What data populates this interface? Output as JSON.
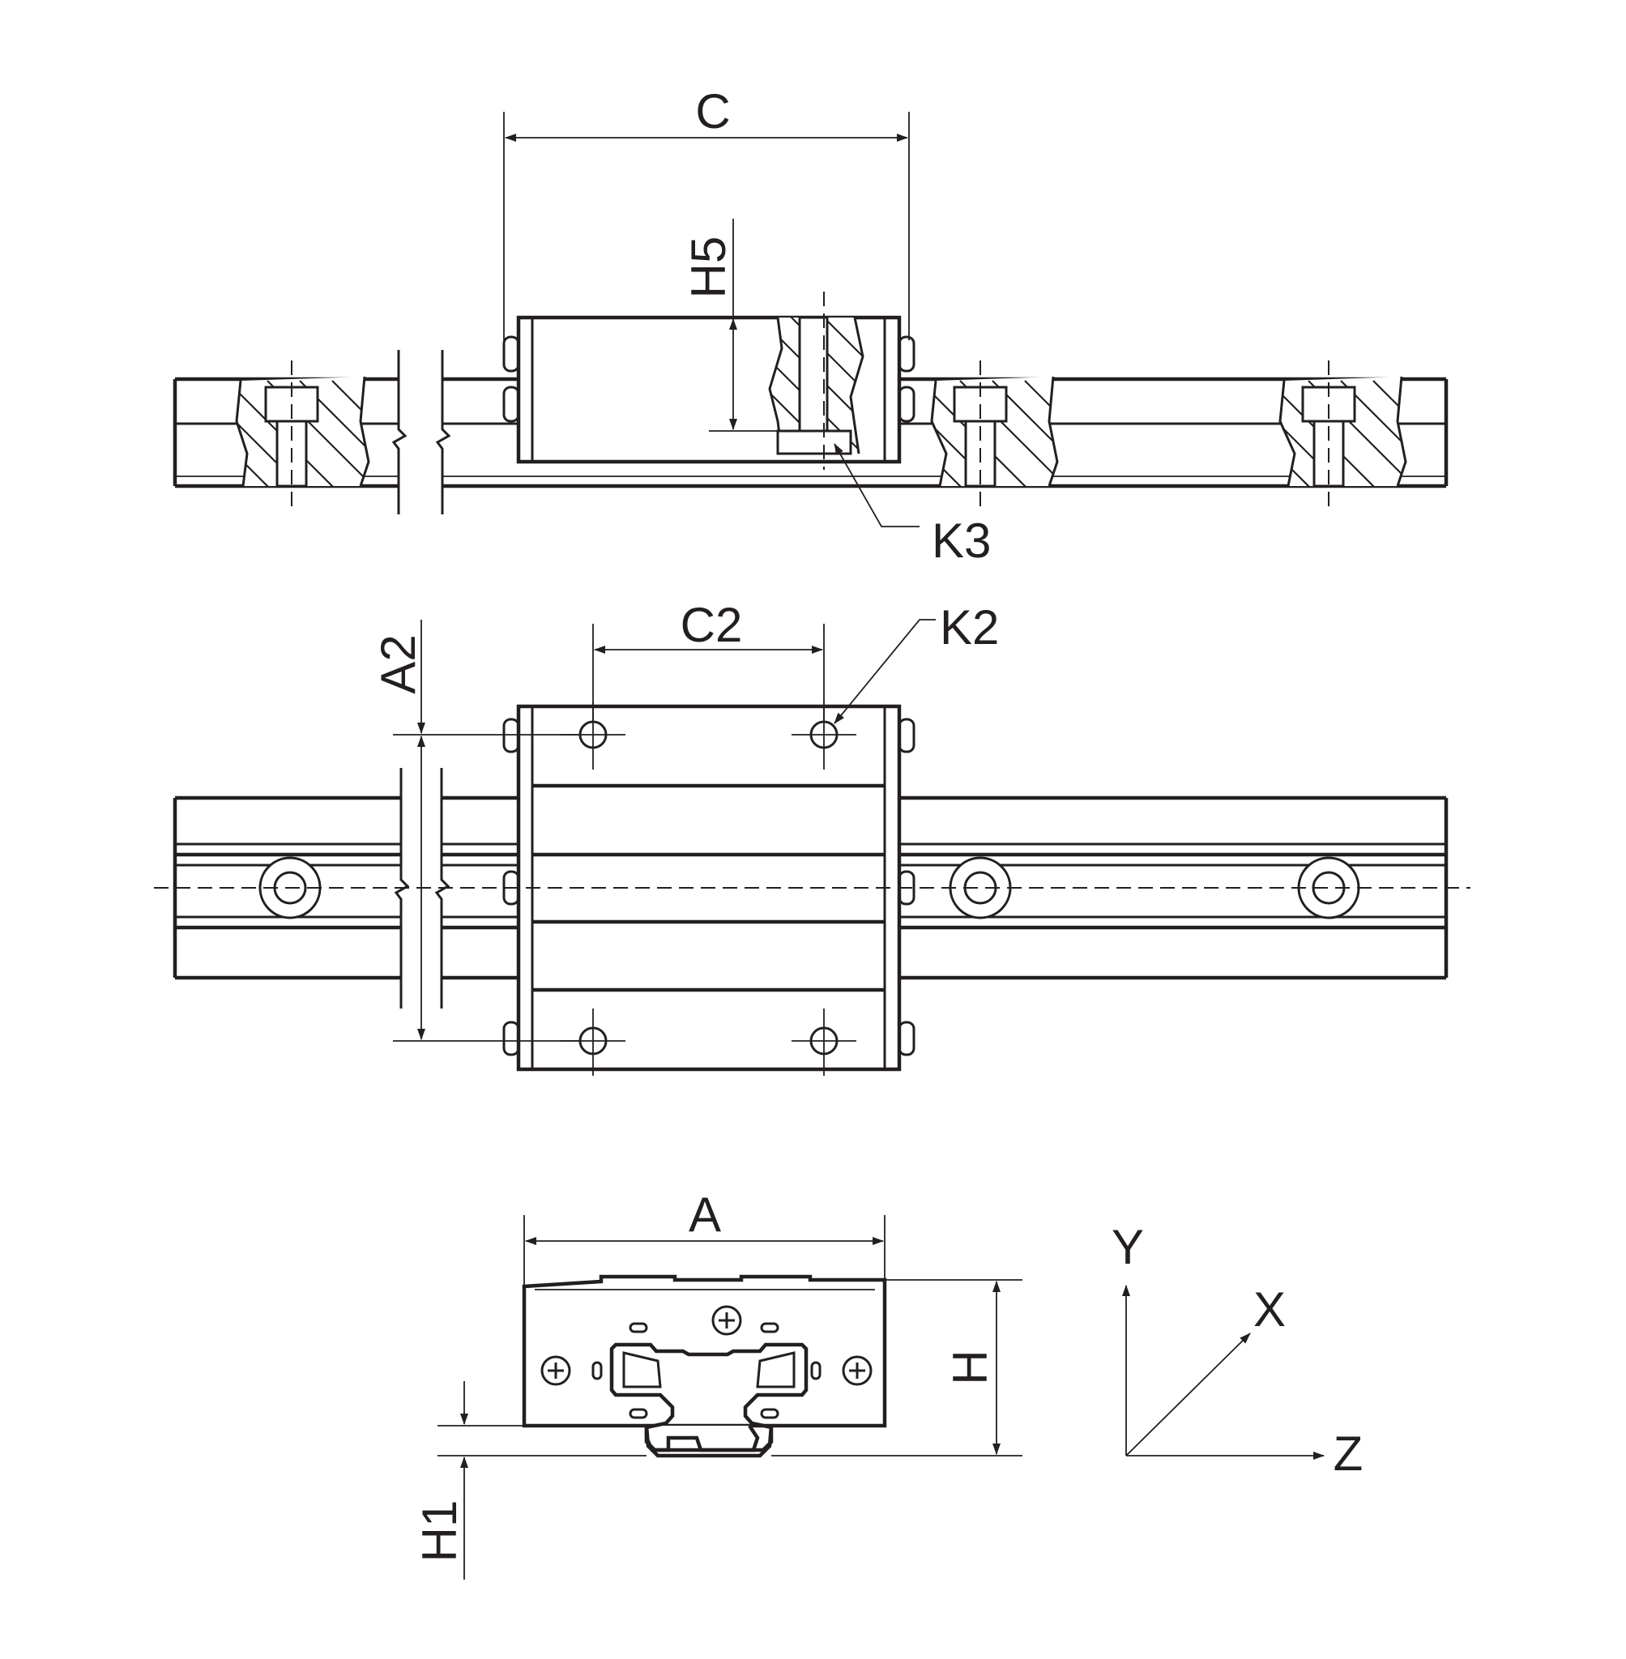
{
  "labels": {
    "c": "C",
    "h5": "H5",
    "k3": "K3",
    "c2": "C2",
    "k2": "K2",
    "a2": "A2",
    "a": "A",
    "h": "H",
    "h1": "H1"
  },
  "axes": {
    "y": "Y",
    "x": "X",
    "z": "Z"
  },
  "colors": {
    "line": "#231f20",
    "background": "#ffffff"
  }
}
